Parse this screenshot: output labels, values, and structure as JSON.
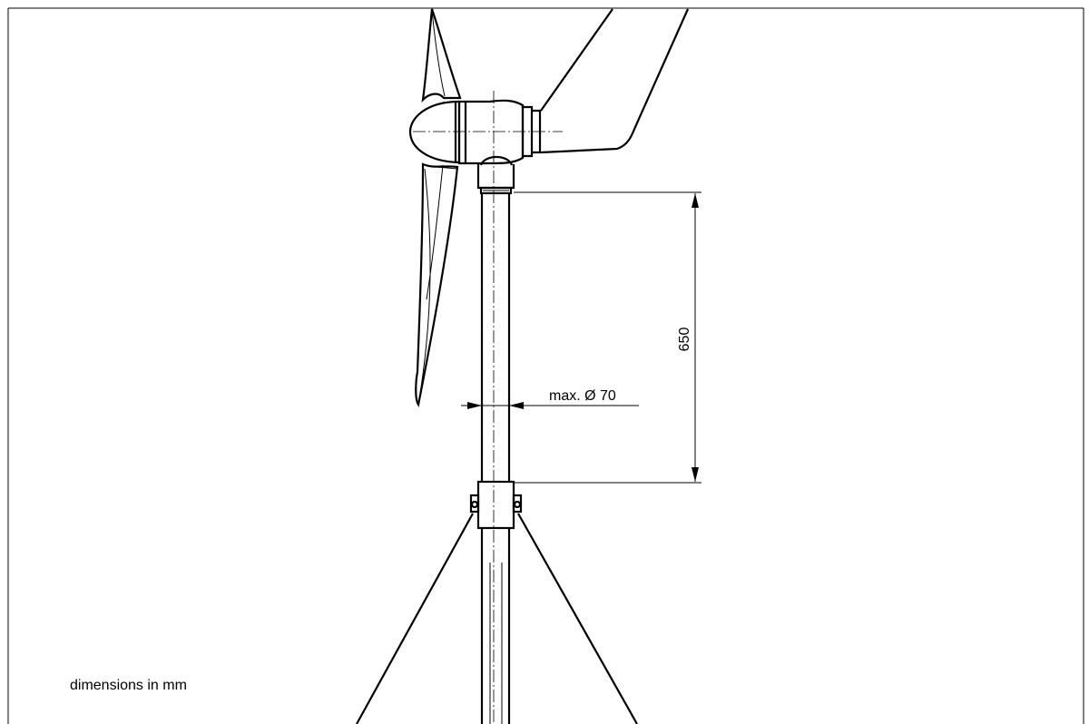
{
  "drawing": {
    "dimension_vertical": "650",
    "dimension_diameter": "max. Ø 70",
    "units_note": "dimensions in mm"
  },
  "colors": {
    "line": "#000000",
    "background": "#ffffff"
  }
}
